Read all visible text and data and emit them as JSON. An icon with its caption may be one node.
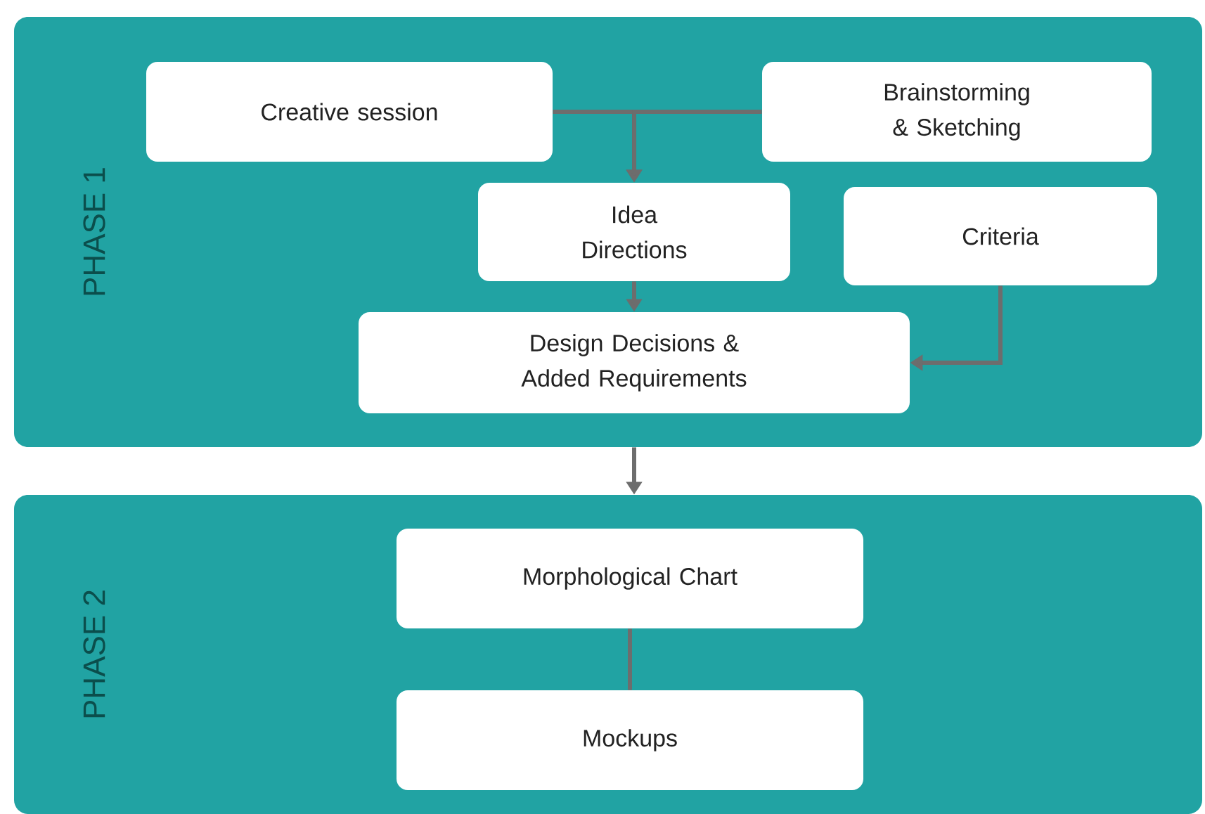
{
  "diagram": {
    "nodes": [
      {
        "text": [
          "PHASE 1"
        ]
      },
      {
        "text": [
          "Creative session"
        ],
        "in": 0
      },
      {
        "text": [
          "Brainstorming & Sketching"
        ],
        "in": 0
      },
      {
        "text": [
          "Idea Directions"
        ],
        "in": 0
      },
      {
        "text": [
          "Criteria"
        ],
        "in": 0
      },
      {
        "text": [
          "Design Decisions & Added Requirements"
        ],
        "in": 0
      },
      {
        "text": [
          "PHASE 2"
        ]
      },
      {
        "text": [
          "Morphological Chart"
        ],
        "in": 6
      },
      {
        "text": [
          "Mockups"
        ],
        "in": 6
      }
    ],
    "edges": [
      {
        "from": 1,
        "to": 3,
        "arrow": "to"
      },
      {
        "from": 2,
        "to": 3,
        "arrow": "to"
      },
      {
        "from": 3,
        "to": 5,
        "arrow": "to"
      },
      {
        "from": 4,
        "to": 5,
        "arrow": "to"
      },
      {
        "from": 0,
        "to": 6,
        "arrow": "to"
      },
      {
        "from": 7,
        "to": 8,
        "arrow": "none"
      }
    ]
  }
}
